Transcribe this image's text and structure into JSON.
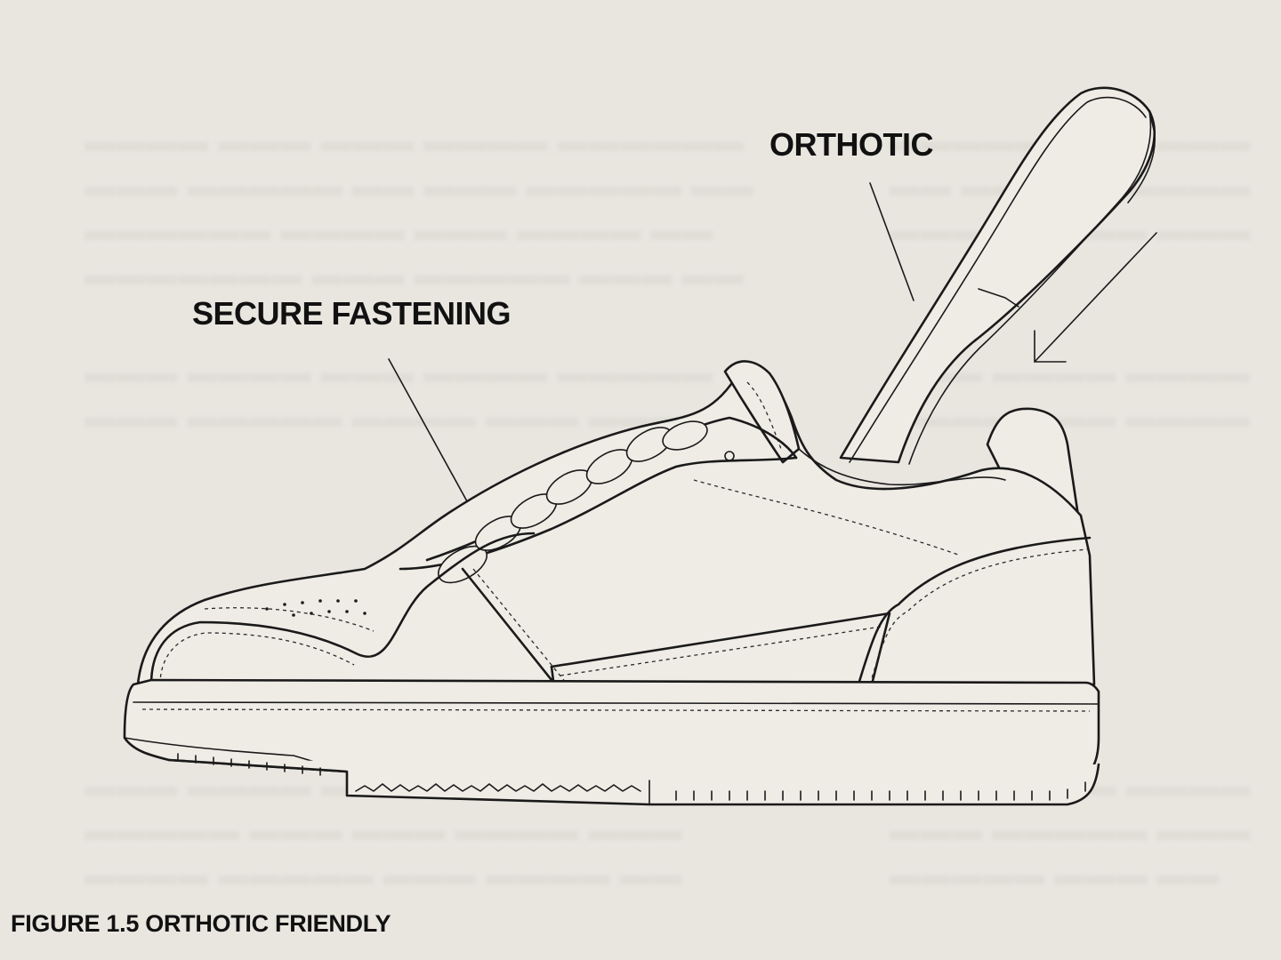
{
  "labels": {
    "orthotic": "ORTHOTIC",
    "secure_fastening": "SECURE FASTENING"
  },
  "caption": "FIGURE 1.5 ORTHOTIC FRIENDLY",
  "colors": {
    "background": "#e9e6e0",
    "ink": "#1a1a1a"
  }
}
